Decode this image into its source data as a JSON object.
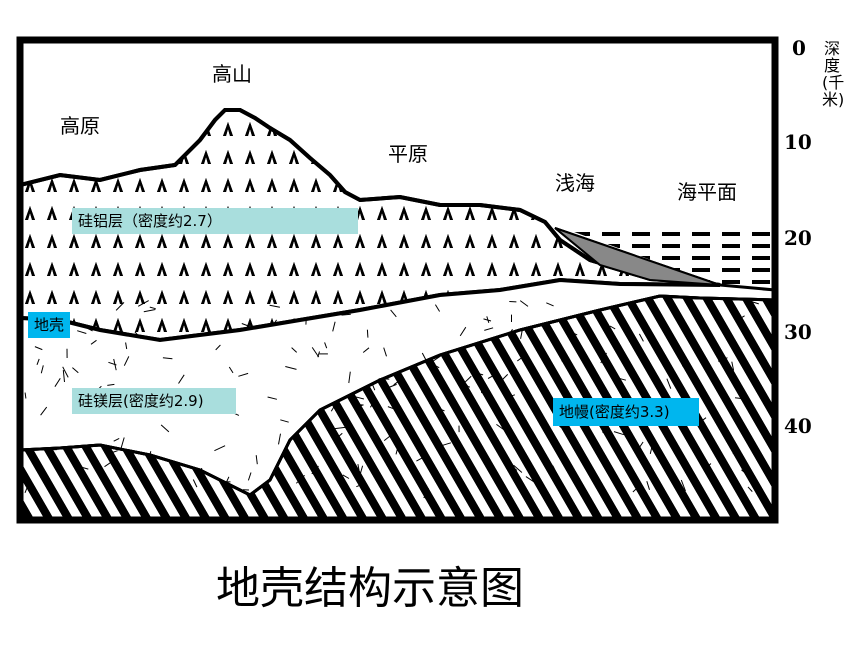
{
  "diagram": {
    "title": "地壳结构示意图",
    "depth_axis_label": "深度(千米)",
    "depth_ticks": [
      "0",
      "10",
      "20",
      "30",
      "40"
    ],
    "landforms": {
      "plateau": "高原",
      "mountain": "高山",
      "plain": "平原",
      "shallow_sea": "浅海",
      "sea_level": "海平面"
    },
    "layers": {
      "sial": "硅铝层（密度约2.7）",
      "crust": "地壳",
      "sima": "硅镁层(密度约2.9)",
      "mantle": "地幔(密度约3.3)"
    },
    "colors": {
      "crust_label_bg": "#00b6ee",
      "layer_label_bg": "#a9dedd",
      "ink": "#000000"
    }
  }
}
